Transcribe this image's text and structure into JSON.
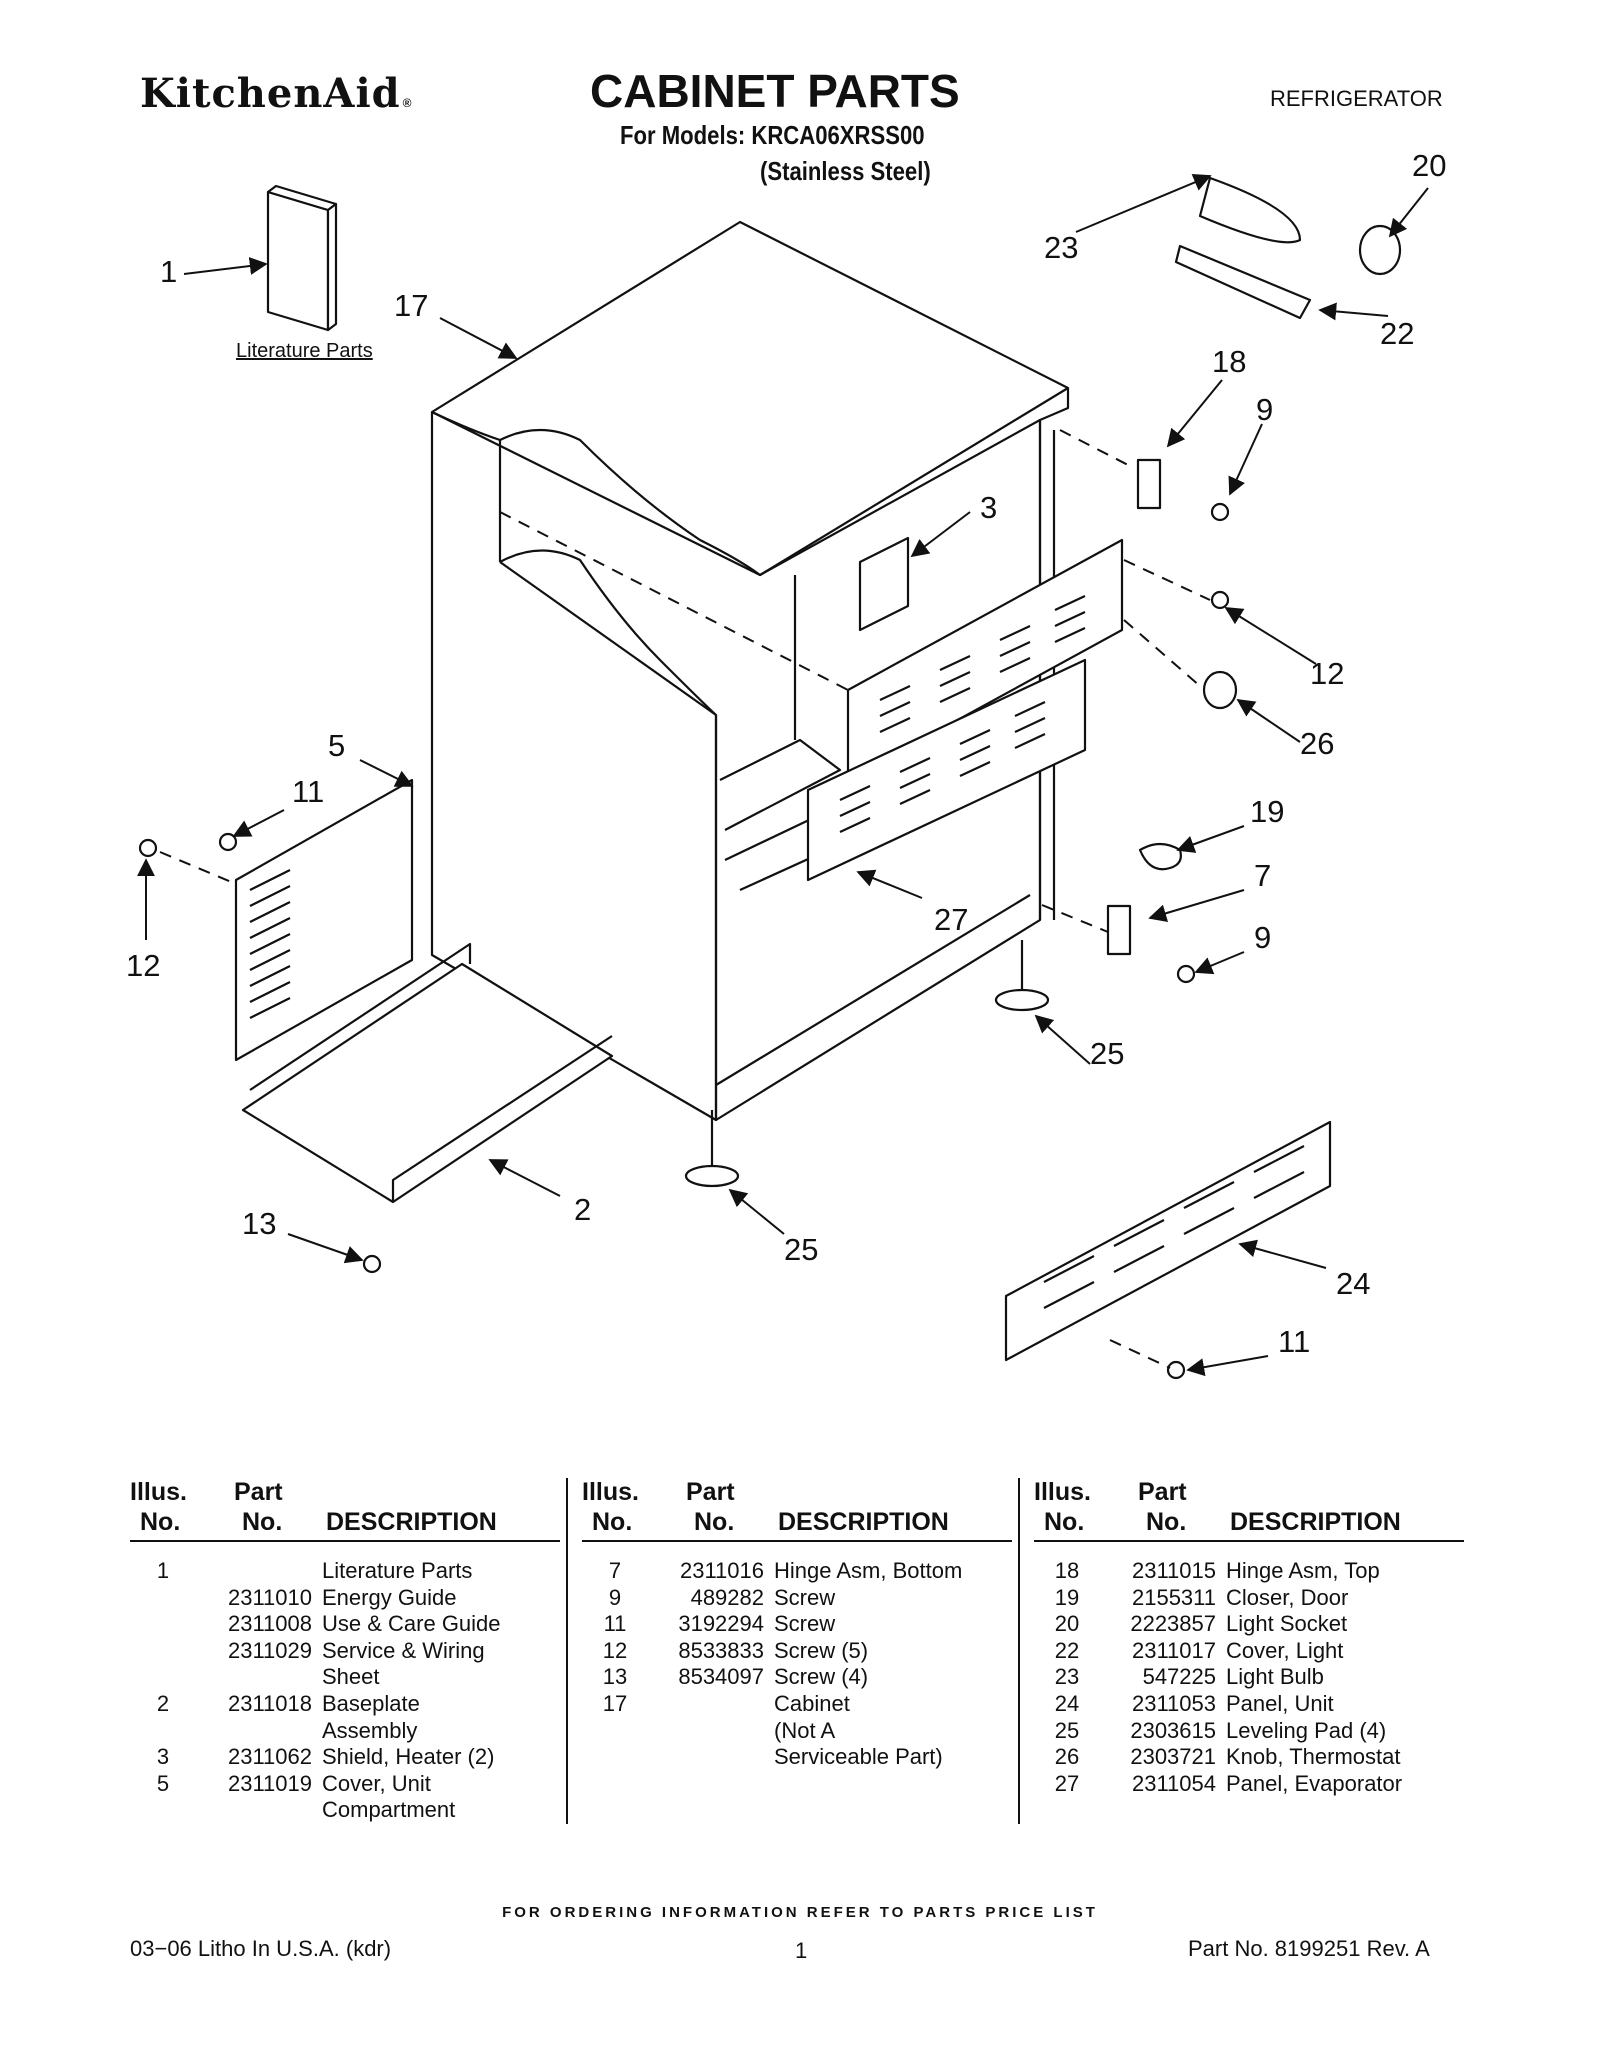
{
  "header": {
    "brand": "KitchenAid",
    "brand_mark": "®",
    "title": "CABINET PARTS",
    "category": "REFRIGERATOR",
    "models_line": "For Models: KRCA06XRSS00",
    "finish_line": "(Stainless Steel)"
  },
  "diagram": {
    "literature_label": "Literature Parts",
    "callouts": [
      "1",
      "17",
      "23",
      "20",
      "22",
      "18",
      "9",
      "3",
      "12",
      "26",
      "5",
      "11",
      "12",
      "19",
      "7",
      "9",
      "27",
      "25",
      "13",
      "2",
      "25",
      "24",
      "11"
    ]
  },
  "table_headers": {
    "illus_top": "Illus.",
    "illus_bottom": "No.",
    "part_top": "Part",
    "part_bottom": "No.",
    "description": "DESCRIPTION"
  },
  "tables": [
    {
      "rows": [
        {
          "illus": "1",
          "part": "",
          "desc": "Literature Parts"
        },
        {
          "illus": "",
          "part": "2311010",
          "desc": "Energy Guide"
        },
        {
          "illus": "",
          "part": "2311008",
          "desc": "Use & Care Guide"
        },
        {
          "illus": "",
          "part": "2311029",
          "desc": "Service & Wiring"
        },
        {
          "illus": "",
          "part": "",
          "desc": "Sheet"
        },
        {
          "illus": "2",
          "part": "2311018",
          "desc": "Baseplate"
        },
        {
          "illus": "",
          "part": "",
          "desc": " Assembly"
        },
        {
          "illus": "3",
          "part": "2311062",
          "desc": "Shield, Heater (2)"
        },
        {
          "illus": "5",
          "part": "2311019",
          "desc": "Cover, Unit"
        },
        {
          "illus": "",
          "part": "",
          "desc": "Compartment"
        }
      ]
    },
    {
      "rows": [
        {
          "illus": "7",
          "part": "2311016",
          "desc": "Hinge Asm, Bottom"
        },
        {
          "illus": "9",
          "part": "489282",
          "desc": "Screw"
        },
        {
          "illus": "11",
          "part": "3192294",
          "desc": "Screw"
        },
        {
          "illus": "12",
          "part": "8533833",
          "desc": "Screw (5)"
        },
        {
          "illus": "13",
          "part": "8534097",
          "desc": "Screw (4)"
        },
        {
          "illus": "17",
          "part": "",
          "desc": "Cabinet"
        },
        {
          "illus": "",
          "part": "",
          "desc": "(Not A"
        },
        {
          "illus": "",
          "part": "",
          "desc": "Serviceable Part)"
        }
      ]
    },
    {
      "rows": [
        {
          "illus": "18",
          "part": "2311015",
          "desc": "Hinge Asm, Top"
        },
        {
          "illus": "19",
          "part": "2155311",
          "desc": "Closer, Door"
        },
        {
          "illus": "20",
          "part": "2223857",
          "desc": "Light Socket"
        },
        {
          "illus": "22",
          "part": "2311017",
          "desc": "Cover, Light"
        },
        {
          "illus": "23",
          "part": "547225",
          "desc": "Light Bulb"
        },
        {
          "illus": "24",
          "part": "2311053",
          "desc": "Panel, Unit"
        },
        {
          "illus": "25",
          "part": "2303615",
          "desc": "Leveling Pad (4)"
        },
        {
          "illus": "26",
          "part": "2303721",
          "desc": "Knob, Thermostat"
        },
        {
          "illus": "27",
          "part": "2311054",
          "desc": "Panel, Evaporator"
        }
      ]
    }
  ],
  "footer": {
    "ordering_note": "FOR ORDERING INFORMATION REFER TO PARTS PRICE LIST",
    "litho": "03−06 Litho In U.S.A. (kdr)",
    "page": "1",
    "part_no": "Part No. 8199251 Rev. A"
  }
}
